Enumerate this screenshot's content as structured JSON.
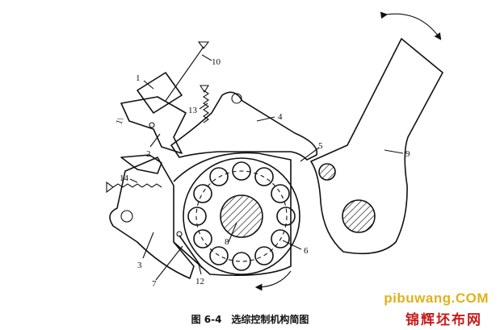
{
  "figure": {
    "caption": "图 6-4　选综控制机构简图",
    "labels": [
      "1",
      "2",
      "3",
      "4",
      "5",
      "6",
      "7",
      "8",
      "9",
      "10",
      "12",
      "13",
      "14"
    ],
    "side_mark": "1\\"
  },
  "watermark": {
    "line1": "pibuwang.COM",
    "line2": "锦辉坯布网"
  }
}
